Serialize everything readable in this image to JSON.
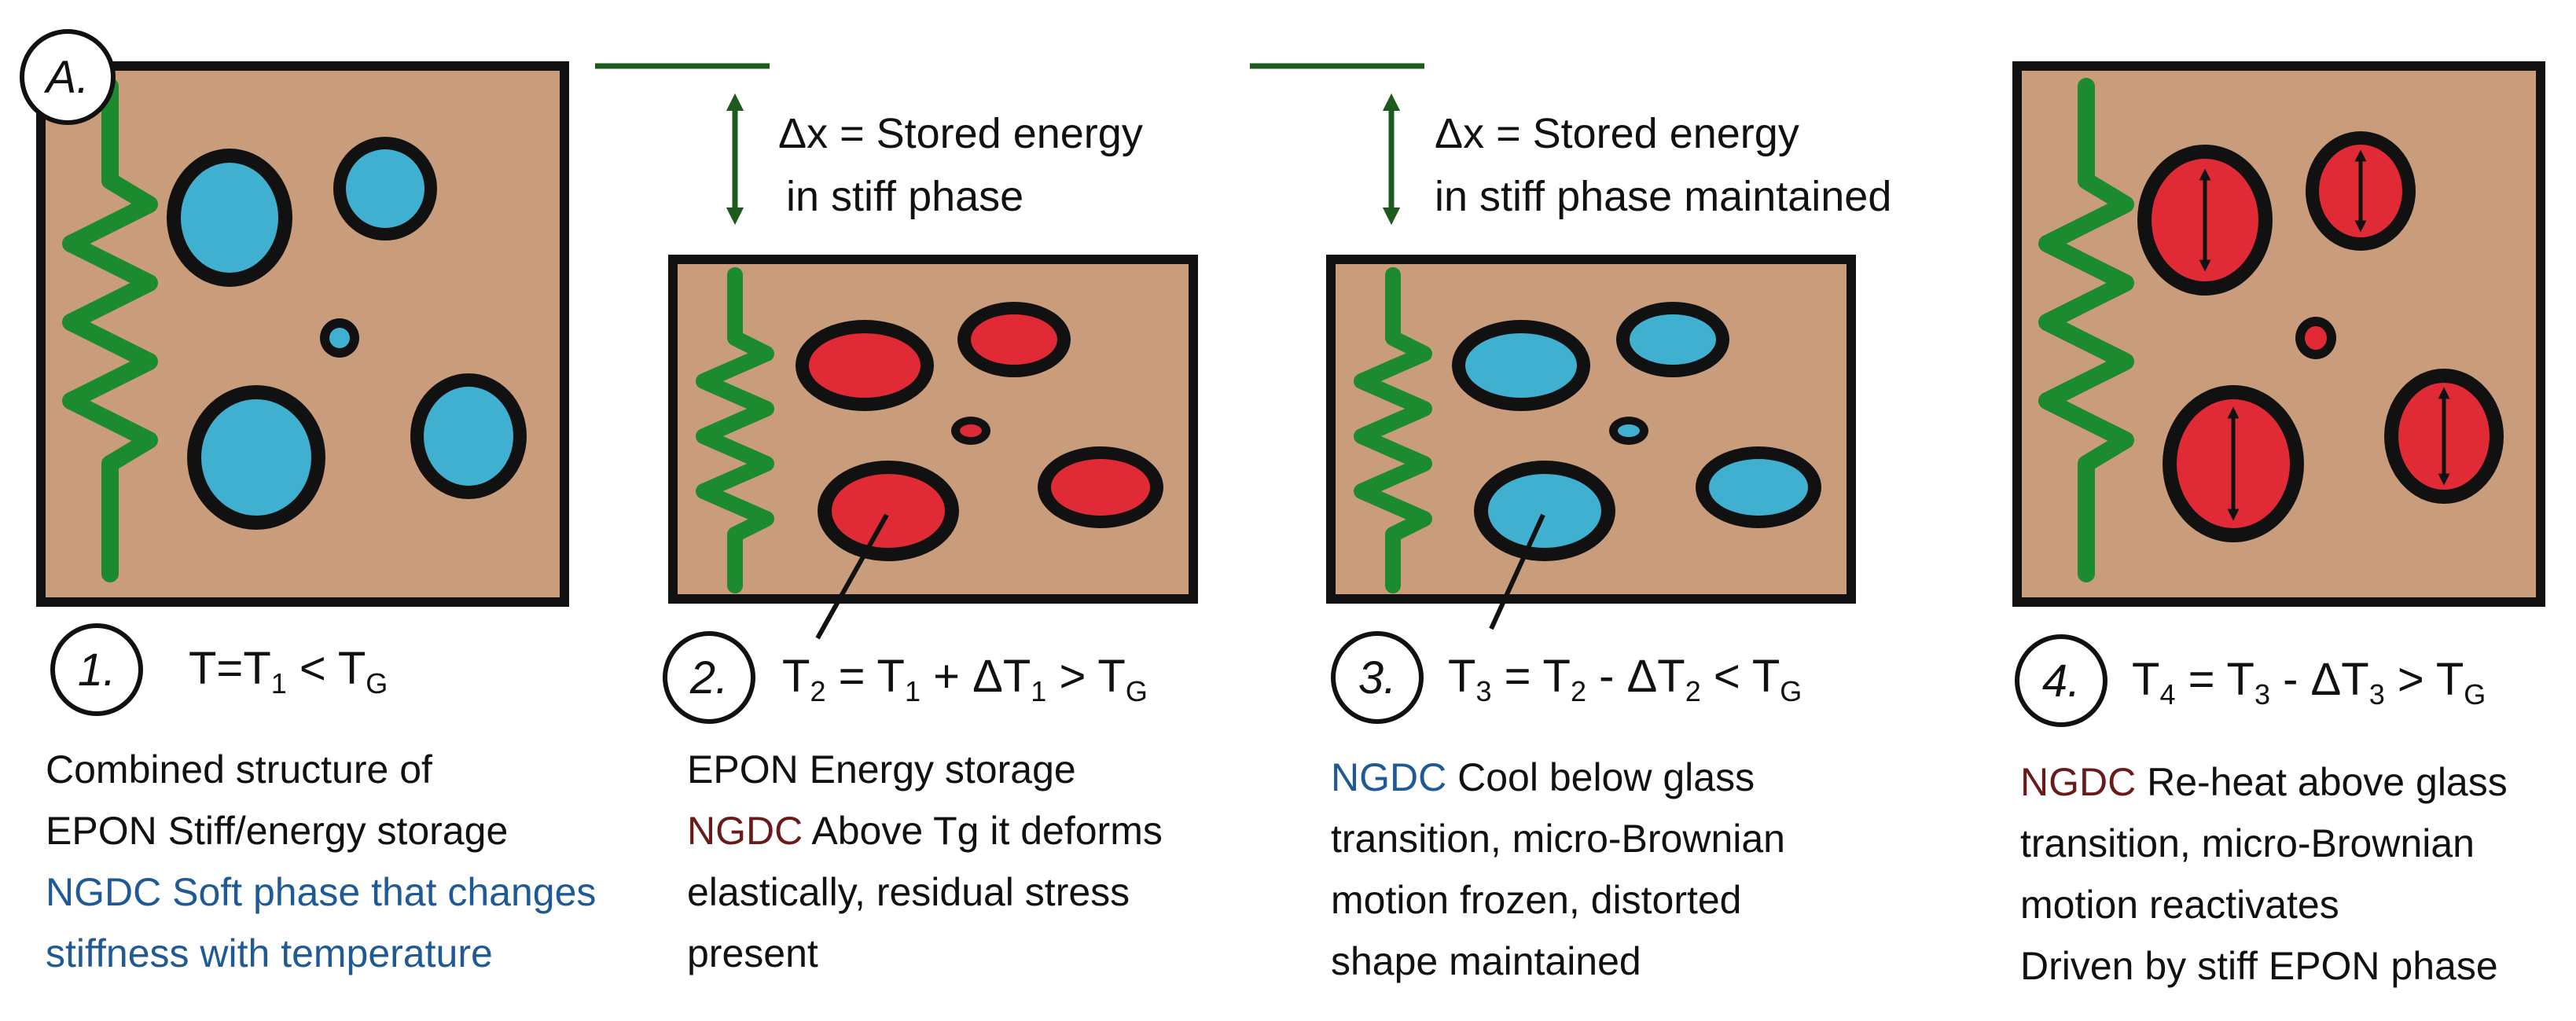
{
  "colors": {
    "matrix": "#c99d7b",
    "matrix_glow": "#f4e4d6",
    "spring": "#1c8a2e",
    "arrow": "#1e5a1e",
    "soft_phase": "#3fb0cf",
    "heated_phase": "#e02a36",
    "outline": "#111111",
    "ngdc_blue": "#1f5a96",
    "ngdc_maroon": "#6b1a1a"
  },
  "panel_label": "A.",
  "stages": [
    {
      "number": "1.",
      "equation": {
        "t_sub": "",
        "rhs_a": "T",
        "rhs_a_sub": "1",
        "op": "",
        "rhs_b": "",
        "rhs_b_sub": "",
        "cmp": "<",
        "g": "T",
        "g_sub": "G"
      },
      "lines": [
        {
          "prefix": "",
          "text": "Combined structure of"
        },
        {
          "prefix": "",
          "text": "EPON Stiff/energy storage"
        },
        {
          "prefix": "NGDC",
          "text": " Soft phase that changes",
          "all_color": true
        },
        {
          "prefix": "",
          "text": "stiffness with temperature",
          "all_color": true
        }
      ]
    },
    {
      "number": "2.",
      "equation": {
        "t_sub": "2",
        "rhs_a": "T",
        "rhs_a_sub": "1",
        "op": "+ ΔT",
        "op_sub": "1",
        "cmp": ">",
        "g": "T",
        "g_sub": "G"
      },
      "lines": [
        {
          "prefix": "",
          "text": "EPON Energy storage"
        },
        {
          "prefix": "NGDC",
          "text": " Above Tg it deforms"
        },
        {
          "prefix": "",
          "text": "elastically, residual stress"
        },
        {
          "prefix": "",
          "text": "present"
        }
      ]
    },
    {
      "number": "3.",
      "equation": {
        "t_sub": "3",
        "rhs_a": "T",
        "rhs_a_sub": "2",
        "op": "- ΔT",
        "op_sub": "2",
        "cmp": "<",
        "g": "T",
        "g_sub": "G"
      },
      "lines": [
        {
          "prefix": "NGDC",
          "text": " Cool below glass"
        },
        {
          "prefix": "",
          "text": "transition, micro-Brownian"
        },
        {
          "prefix": "",
          "text": "motion frozen, distorted"
        },
        {
          "prefix": "",
          "text": "shape maintained"
        }
      ]
    },
    {
      "number": "4.",
      "equation": {
        "t_sub": "4",
        "rhs_a": "T",
        "rhs_a_sub": "3",
        "op": "- ΔT",
        "op_sub": "3",
        "cmp": ">",
        "g": "T",
        "g_sub": "G"
      },
      "lines": [
        {
          "prefix": "NGDC",
          "text": " Re-heat above glass"
        },
        {
          "prefix": "",
          "text": "transition, micro-Brownian"
        },
        {
          "prefix": "",
          "text": "motion reactivates"
        },
        {
          "prefix": "",
          "text": "Driven by stiff EPON phase"
        }
      ]
    }
  ],
  "annotations": [
    {
      "line1": "Δx = Stored energy",
      "line2": "in stiff phase"
    },
    {
      "line1": "Δx = Stored energy",
      "line2": "in stiff phase maintained"
    }
  ]
}
